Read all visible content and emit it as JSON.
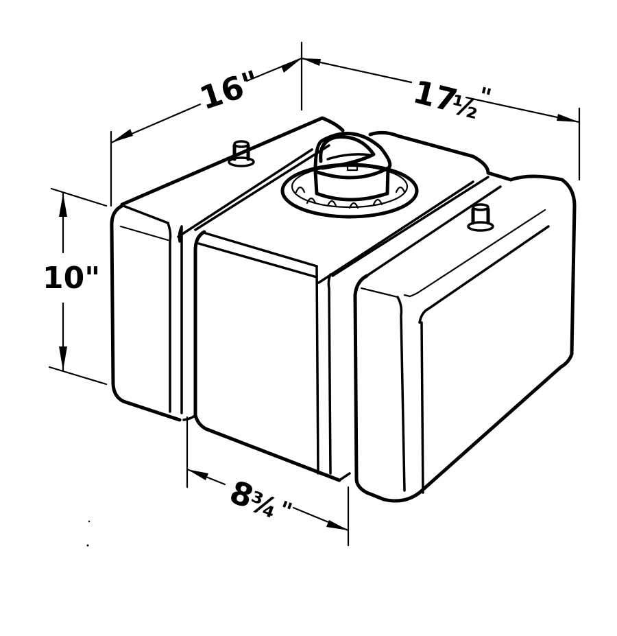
{
  "diagram": {
    "subject": "Rectangular fuel cell with ribbed bands, filler cap and two vent fittings",
    "ink_color": "#000000",
    "background_color": "#ffffff",
    "dimensions": {
      "length": {
        "label": "16\"",
        "value_in": 16,
        "axis": "left-top edge"
      },
      "width": {
        "label": "17½\"",
        "label_whole": "17",
        "label_fraction": "½",
        "label_unit": "\"",
        "value_in": 17.5,
        "axis": "right-top edge"
      },
      "height": {
        "label": "10\"",
        "value_in": 10,
        "axis": "vertical"
      },
      "band_spacing": {
        "label": "8¾\"",
        "label_whole": "8",
        "label_fraction": "¾",
        "label_unit": "\"",
        "value_in": 8.75,
        "axis": "bottom front"
      }
    },
    "components": [
      "filler-cap",
      "vent-fitting-left",
      "vent-fitting-right",
      "left-end-panel",
      "center-section",
      "right-end-panel",
      "rib-band-left",
      "rib-band-right"
    ]
  }
}
